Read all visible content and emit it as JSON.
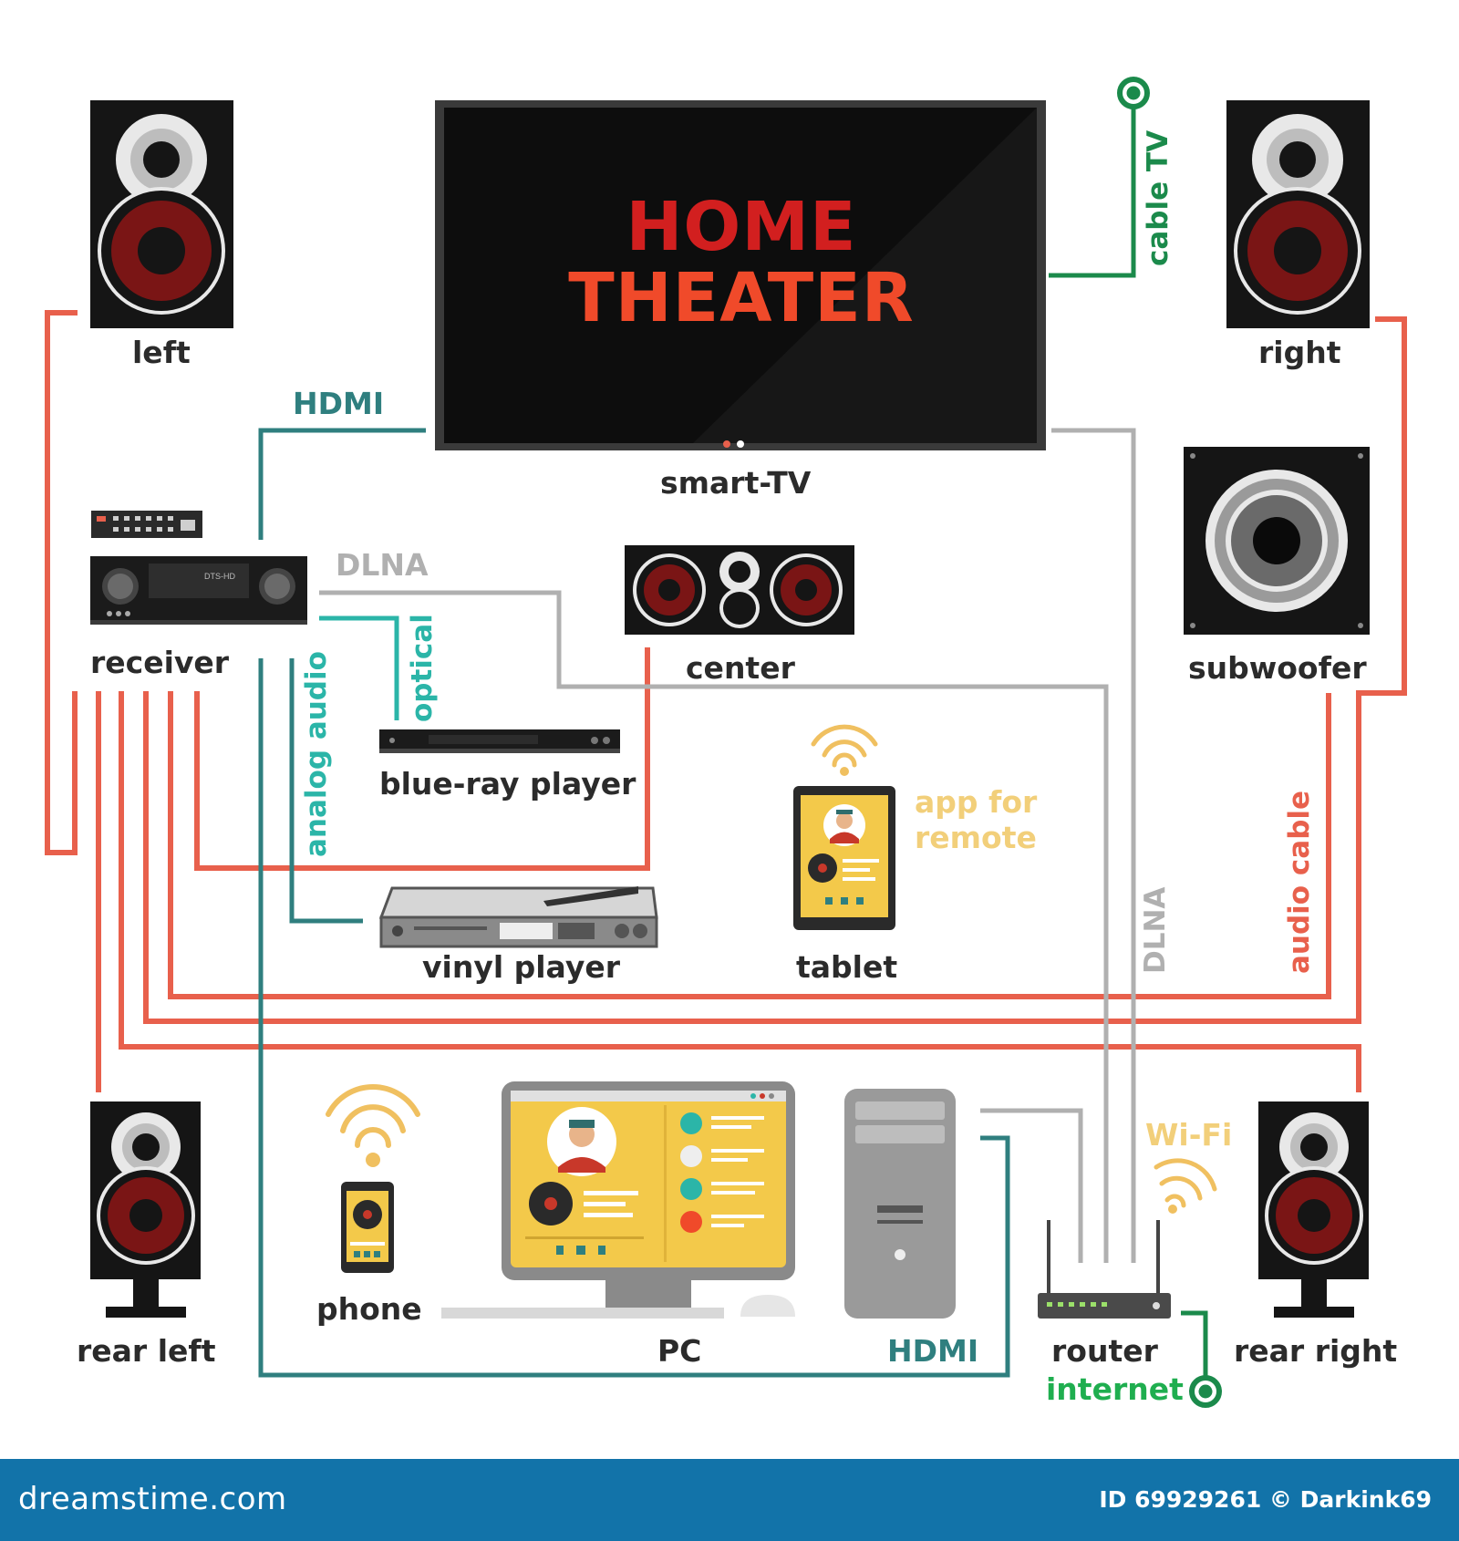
{
  "tv": {
    "title_line1": "HOME",
    "title_line2": "THEATER",
    "label": "smart-TV"
  },
  "speakers": {
    "left": "left",
    "right": "right",
    "center": "center",
    "subwoofer": "subwoofer",
    "rear_left": "rear left",
    "rear_right": "rear right"
  },
  "devices": {
    "receiver": "receiver",
    "receiver_display": "DTS-HD",
    "bluray": "blue-ray player",
    "vinyl": "vinyl player",
    "tablet": "tablet",
    "phone": "phone",
    "pc": "PC",
    "router": "router"
  },
  "connections": {
    "hdmi_top": "HDMI",
    "hdmi_bottom": "HDMI",
    "dlna_top": "DLNA",
    "dlna_side": "DLNA",
    "optical": "optical",
    "analog_audio": "analog audio",
    "cable_tv": "cable TV",
    "audio_cable": "audio cable",
    "wifi": "Wi-Fi",
    "internet": "internet",
    "app_for_remote_line1": "app for",
    "app_for_remote_line2": "remote"
  },
  "footer": {
    "brand": "dreamstime.com",
    "credit": "ID 69929261 © Darkink69"
  },
  "colors": {
    "audio_cable": "#e8604c",
    "hdmi": "#2f7f7f",
    "optical": "#2bb5a8",
    "dlna": "#b0b0b0",
    "cable_tv": "#1b8a4b",
    "wifi": "#f0c060",
    "app_text": "#f2cf7a",
    "tv_title_top": "#d21f1f",
    "tv_title_bottom": "#f04a2a",
    "footer_bg": "#1273a9"
  }
}
